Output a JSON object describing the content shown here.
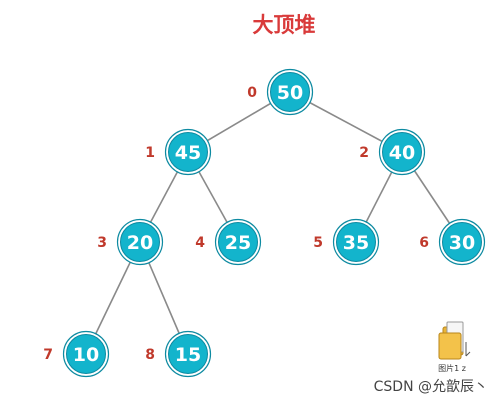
{
  "diagram": {
    "title": "大顶堆",
    "nodes": [
      {
        "index": "0",
        "value": "50"
      },
      {
        "index": "1",
        "value": "45"
      },
      {
        "index": "2",
        "value": "40"
      },
      {
        "index": "3",
        "value": "20"
      },
      {
        "index": "4",
        "value": "25"
      },
      {
        "index": "5",
        "value": "35"
      },
      {
        "index": "6",
        "value": "30"
      },
      {
        "index": "7",
        "value": "10"
      },
      {
        "index": "8",
        "value": "15"
      }
    ],
    "edges": [
      [
        "0",
        "1"
      ],
      [
        "0",
        "2"
      ],
      [
        "1",
        "3"
      ],
      [
        "1",
        "4"
      ],
      [
        "2",
        "5"
      ],
      [
        "2",
        "6"
      ],
      [
        "3",
        "7"
      ],
      [
        "3",
        "8"
      ]
    ]
  },
  "desktop_icon": {
    "icon": "folder-file-icon",
    "caption": "图片1 z"
  },
  "watermark": "CSDN @允歆辰丶",
  "colors": {
    "title": "#d93a3a",
    "index_label": "#c0392b",
    "node_fill": "#13b4cc",
    "node_border": "#0d8aa1",
    "edge": "#8a8a8a"
  }
}
